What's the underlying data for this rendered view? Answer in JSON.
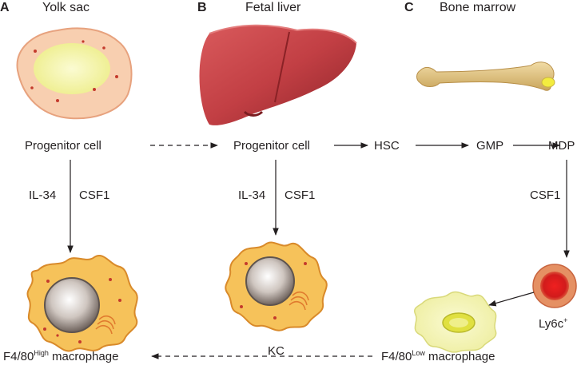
{
  "panels": [
    {
      "letter": "A",
      "title": "Yolk sac"
    },
    {
      "letter": "B",
      "title": "Fetal liver"
    },
    {
      "letter": "C",
      "title": "Bone marrow"
    }
  ],
  "nodes": {
    "progenitor_a": "Progenitor cell",
    "progenitor_b": "Progenitor cell",
    "hsc": "HSC",
    "gmp": "GMP",
    "mdp": "MDP",
    "kc": "KC",
    "ly6c": {
      "base": "Ly6c",
      "sup": "+"
    },
    "f480_high": {
      "prefix": "F4/80",
      "sup": "High",
      "suffix": " macrophage"
    },
    "f480_low": {
      "prefix": "F4/80",
      "sup": "Low",
      "suffix": " macrophage"
    }
  },
  "edge_labels": {
    "a_il34": "IL-34",
    "a_csf1": "CSF1",
    "b_il34": "IL-34",
    "b_csf1": "CSF1",
    "c_csf1": "CSF1"
  },
  "colors": {
    "yolk_sac_fill": "#f8cfb0",
    "yolk_sac_inner": "#f3f2a6",
    "liver": "#c8484c",
    "bone": "#e3c88a",
    "macrophage_body": "#f6c25a",
    "macrophage_nucleus": "#9d8f88",
    "monocyte": "#e2141b",
    "low_macrophage": "#f2f2b0"
  }
}
